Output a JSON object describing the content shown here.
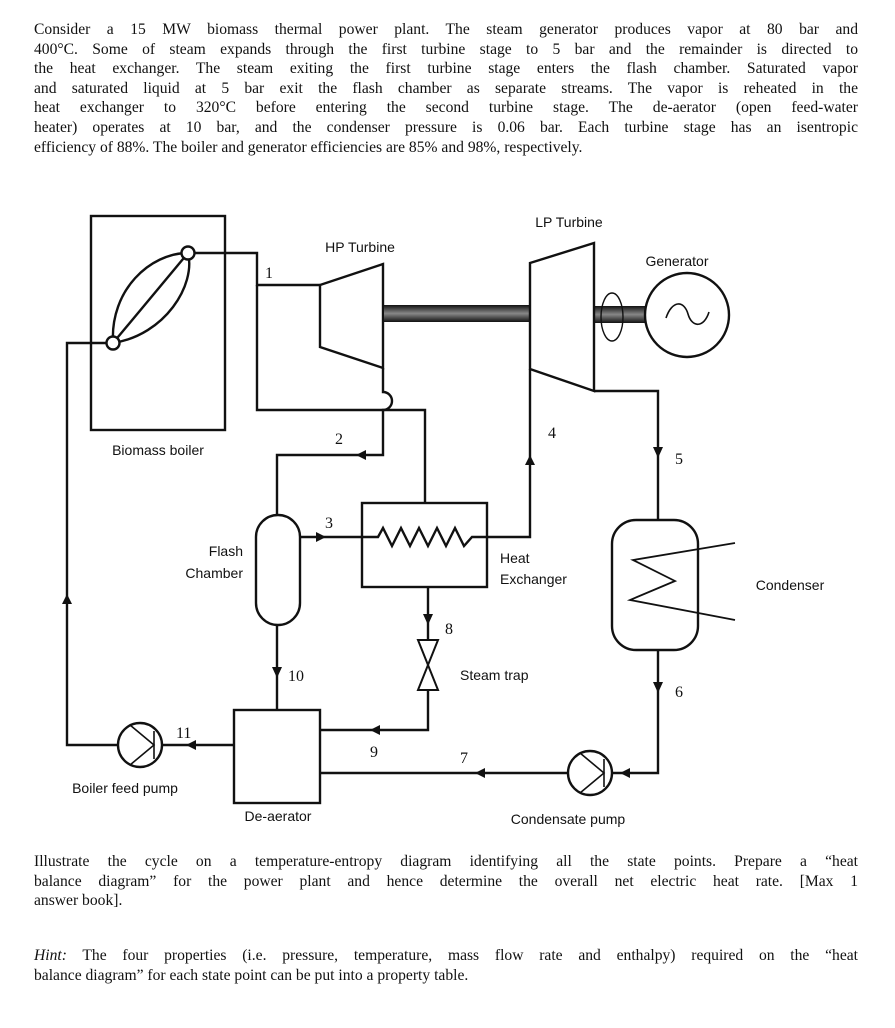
{
  "problem": {
    "lines": [
      "Consider a 15 MW biomass thermal power plant.  The steam generator produces vapor at 80 bar and",
      "400°C.  Some of steam expands through the first turbine stage to 5 bar and the remainder is directed to",
      "the heat exchanger.  The steam exiting the first turbine stage enters the flash chamber.  Saturated vapor",
      "and saturated liquid at 5 bar exit the flash chamber as separate streams.  The vapor is reheated in the",
      "heat exchanger to 320°C before entering the second turbine stage.  The de-aerator (open feed-water",
      "heater) operates at 10 bar, and the condenser pressure is 0.06 bar.  Each turbine stage has an isentropic",
      "efficiency of 88%.  The boiler and generator efficiencies are 85% and 98%, respectively."
    ]
  },
  "diagram": {
    "labels": {
      "boiler": "Biomass boiler",
      "hp_turbine": "HP Turbine",
      "lp_turbine": "LP Turbine",
      "generator": "Generator",
      "flash_1": "Flash",
      "flash_2": "Chamber",
      "hx_1": "Heat",
      "hx_2": "Exchanger",
      "condenser": "Condenser",
      "steam_trap": "Steam trap",
      "deaerator": "De-aerator",
      "feed_pump": "Boiler feed pump",
      "condensate_pump": "Condensate pump"
    },
    "states": {
      "s1": "1",
      "s2": "2",
      "s3": "3",
      "s4": "4",
      "s5": "5",
      "s6": "6",
      "s7": "7",
      "s8": "8",
      "s9": "9",
      "s10": "10",
      "s11": "11"
    }
  },
  "task": {
    "lines": [
      "Illustrate the cycle on a temperature-entropy diagram identifying all the state points.  Prepare a “heat",
      "balance diagram” for the power plant and hence determine the overall net electric heat rate.  [Max 1",
      "answer book]."
    ]
  },
  "hint": {
    "label": "Hint:",
    "lines": [
      " The four properties (i.e. pressure, temperature, mass flow rate and enthalpy) required on the “heat",
      "balance diagram” for each state point can be put into a property table."
    ]
  }
}
